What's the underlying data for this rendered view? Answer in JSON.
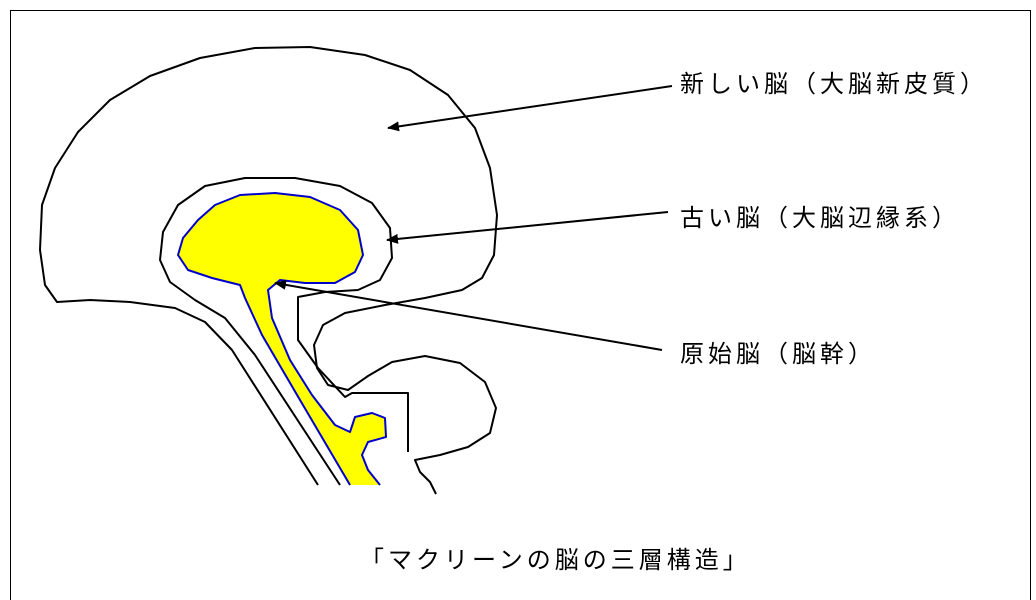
{
  "labels": {
    "neocortex": "新しい脳（大脳新皮質）",
    "limbic": "古い脳（大脳辺縁系）",
    "brainstem": "原始脳（脳幹）"
  },
  "title": "「マクリーンの脳の三層構造」",
  "colors": {
    "core_fill": "#FFFF00",
    "core_outline": "#0000CC",
    "line": "#000000"
  }
}
